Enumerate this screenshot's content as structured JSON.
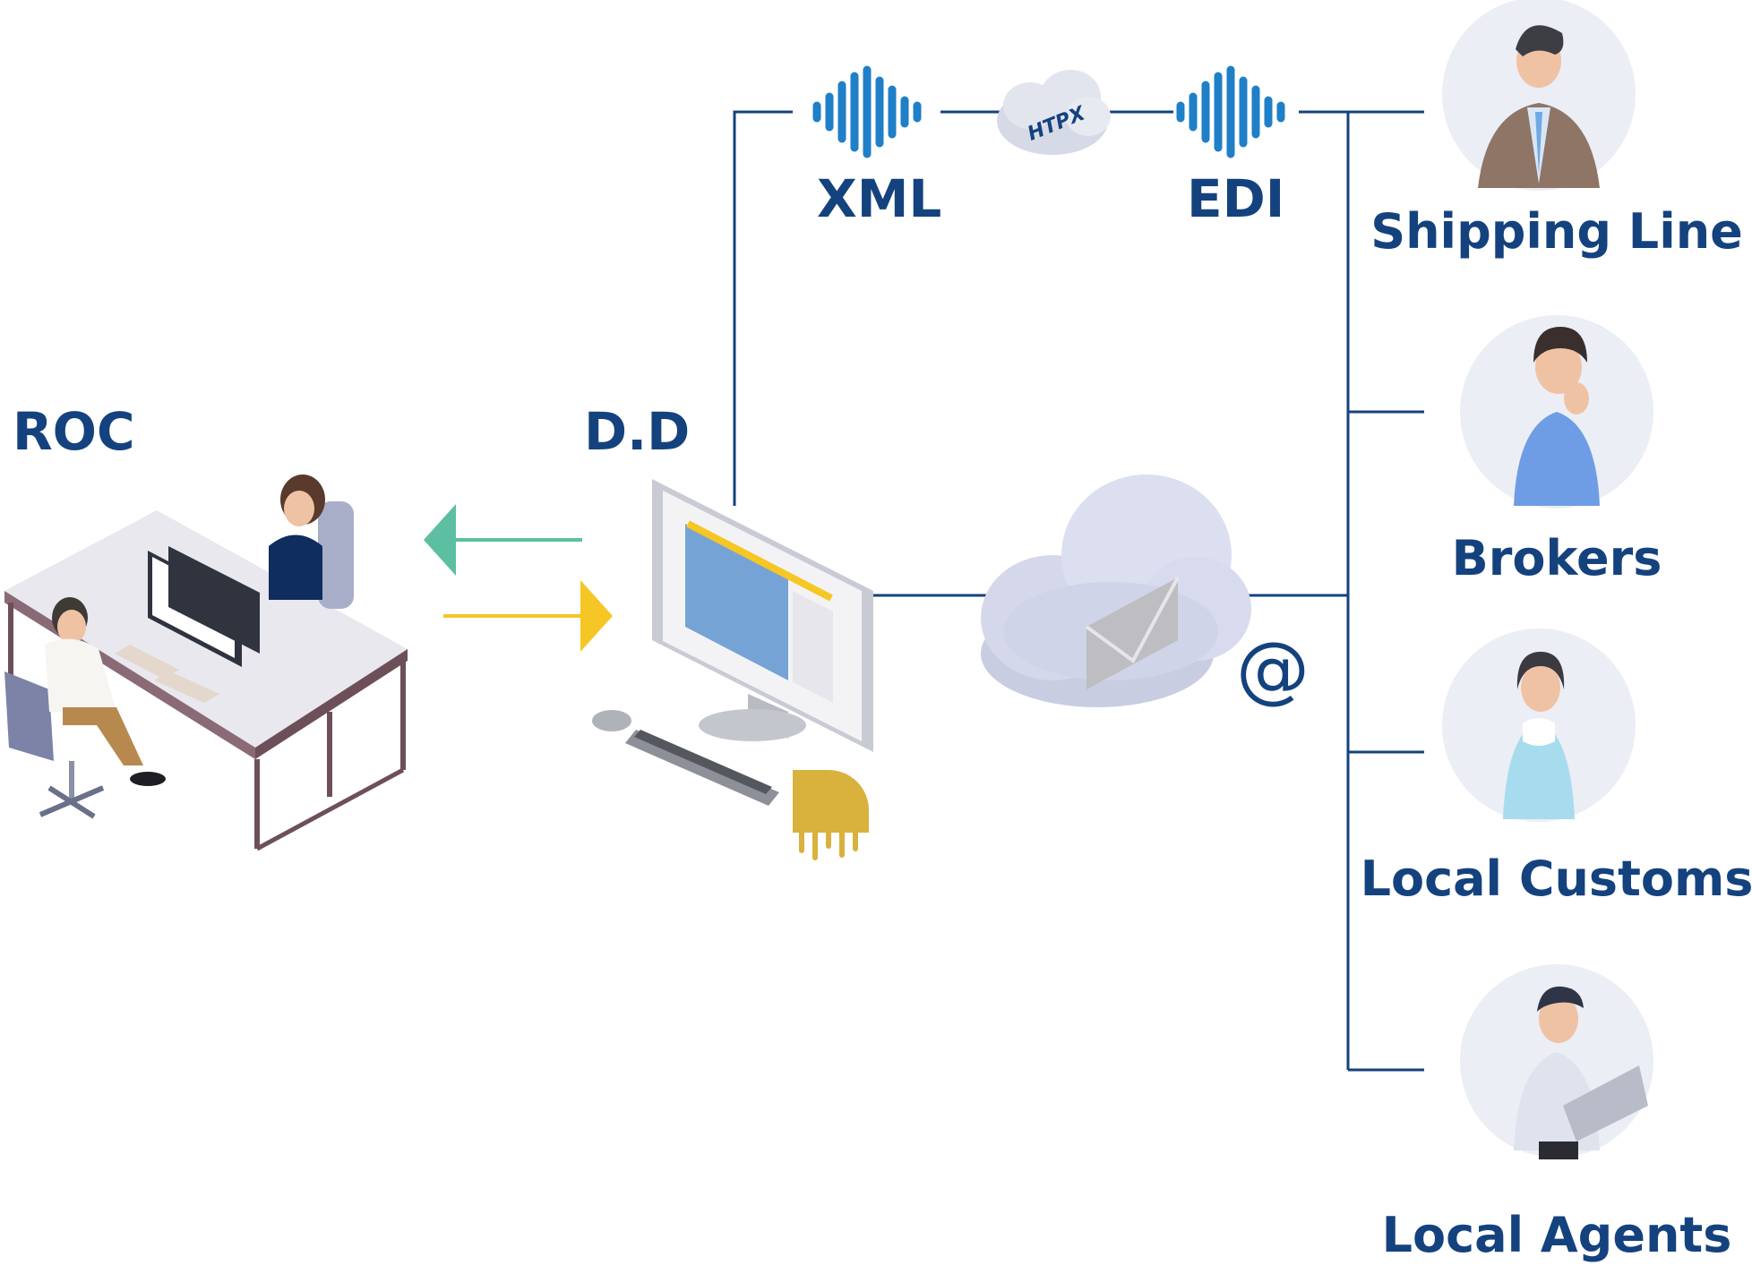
{
  "nodes": {
    "roc": "ROC",
    "dd": "D.D",
    "xml": "XML",
    "edi": "EDI",
    "cloud_tag": "HTPX",
    "email_symbol": "@"
  },
  "parties": [
    {
      "label": "Shipping Line"
    },
    {
      "label": "Brokers"
    },
    {
      "label": "Local Customs"
    },
    {
      "label": "Local Agents"
    }
  ],
  "colors": {
    "line": "#14427e",
    "arrow_to_roc": "#5cbfa2",
    "arrow_to_dd": "#f6c624",
    "accent_gold": "#d9b13d"
  }
}
